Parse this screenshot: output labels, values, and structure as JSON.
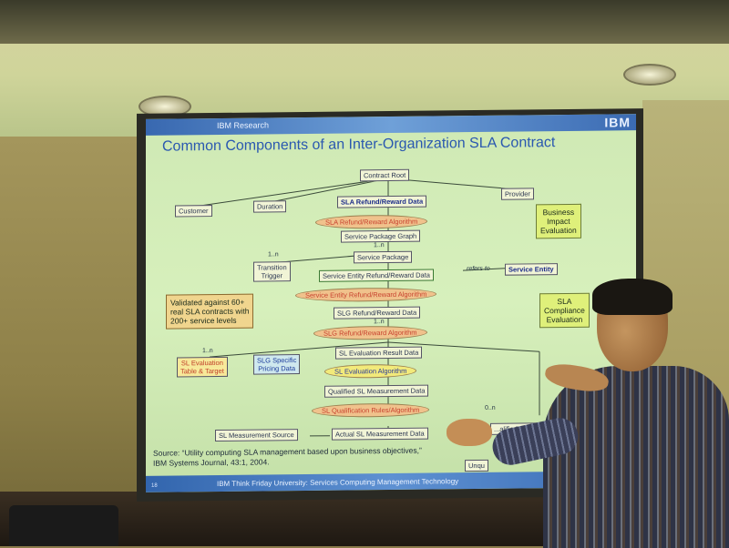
{
  "slide": {
    "header_left": "IBM Research",
    "logo": "IBM",
    "title": "Common Components of an Inter-Organization SLA Contract",
    "page_number": "18",
    "footer": "IBM Think Friday University: Services Computing Management Technology"
  },
  "diagram": {
    "contract_root": "Contract Root",
    "customer": "Customer",
    "duration": "Duration",
    "sla_refund_data": "SLA Refund/Reward Data",
    "provider": "Provider",
    "sla_refund_algo": "SLA Refund/Reward Algorithm",
    "service_package_graph": "Service Package Graph",
    "mult_1n_a": "1..n",
    "mult_1n_b": "1..n",
    "mult_1n_c": "1..n",
    "mult_1n_d": "1..n",
    "transition_trigger": "Transition\nTrigger",
    "service_package": "Service Package",
    "service_entity_refund_data": "Service Entity Refund/Reward Data",
    "refers_to": "refers to",
    "service_entity": "Service Entity",
    "service_entity_refund_algo": "Service Entity Refund/Reward Algorithm",
    "slg_refund_data": "SLG Refund/Reward Data",
    "slg_refund_algo": "SLG Refund/Reward Algorithm",
    "sl_eval_table": "SL Evaluation\nTable & Target",
    "slg_pricing": "SLG Specific\nPricing Data",
    "sl_eval_result": "SL Evaluation Result Data",
    "sl_eval_algo": "SL Evaluation Algorithm",
    "qualified_sl_data": "Qualified SL Measurement Data",
    "sl_qualification_rules": "SL Qualification Rules/Algorithm",
    "mult_0n": "0..n",
    "sl_measurement_source": "SL Measurement Source",
    "actual_sl_data": "Actual SL Measurement Data",
    "qualified_inclusion": "...alified Inclusion/E...",
    "unqu": "Unqu"
  },
  "callouts": {
    "business_impact": "Business\nImpact\nEvaluation",
    "validated": "Validated against 60+\nreal SLA contracts with\n200+ service levels",
    "sla_compliance": "SLA\nCompliance\nEvaluation"
  },
  "source": "Source: “Utility computing SLA management based upon business objectives,” IBM Systems Journal, 43:1, 2004."
}
